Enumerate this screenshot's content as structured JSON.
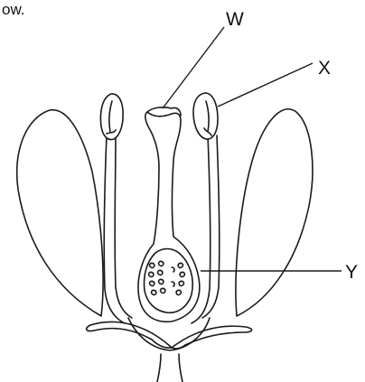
{
  "caption_fragment": "ow.",
  "labels": {
    "w": "W",
    "x": "X",
    "y": "Y"
  },
  "colors": {
    "line": "#1a1a1a",
    "background": "#ffffff"
  }
}
